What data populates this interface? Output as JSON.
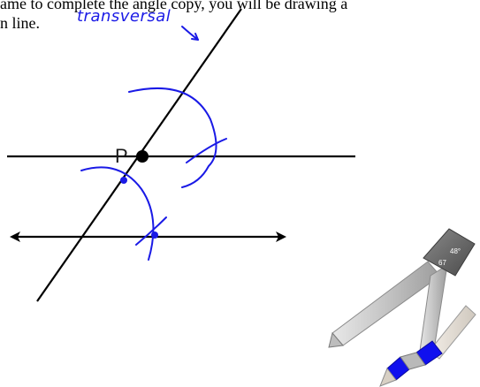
{
  "instruction_text": {
    "line1": "ame to complete the angle copy, you will be drawing a",
    "line2": "n line."
  },
  "annotation": {
    "label": "transversal"
  },
  "point": {
    "label": "P"
  },
  "compass": {
    "angle_readout": "48°",
    "radius_readout": "67"
  },
  "colors": {
    "ink": "#1a1ae6",
    "line": "#000000",
    "compass_body": "#c8c8c8",
    "compass_head": "#6a6a6a",
    "marker": "#1010ee"
  }
}
